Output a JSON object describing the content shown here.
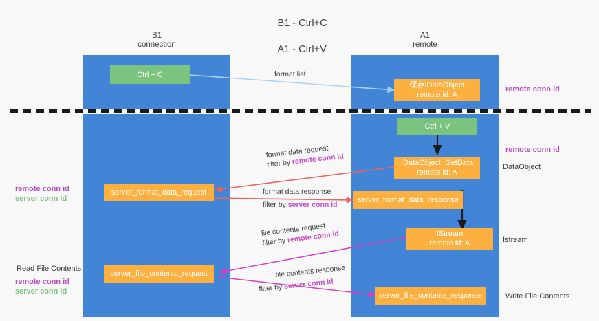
{
  "title": {
    "line1": "B1 - Ctrl+C",
    "line2": "A1 - Ctrl+V"
  },
  "columns": [
    {
      "name": "b1",
      "line1": "B1",
      "line2": "connection"
    },
    {
      "name": "a1",
      "line1": "A1",
      "line2": "remote"
    }
  ],
  "colors": {
    "lane": "#4285d6",
    "green_node": "#7ac47f",
    "orange_node": "#fbb040",
    "remote_key": "#b84ac4",
    "server_key": "#7ac47f",
    "arrow_blue": "#aed4f0",
    "arrow_black": "#1a1a1a",
    "arrow_red": "#e8655c",
    "arrow_magenta": "#d53fc0",
    "background": "#f8f8f8"
  },
  "nodes": [
    {
      "id": "ctrl-c",
      "lines": [
        "Ctrl + C"
      ],
      "style": "green"
    },
    {
      "id": "save-idataobject",
      "lines": [
        "保存IDataObject",
        "remote id: A"
      ],
      "style": "orange"
    },
    {
      "id": "ctrl-v",
      "lines": [
        "Ctrl + V"
      ],
      "style": "green"
    },
    {
      "id": "idataobject-getdata",
      "lines": [
        "IDataObject::GetData",
        "remote id: A"
      ],
      "style": "orange"
    },
    {
      "id": "server-format-data-request",
      "lines": [
        "server_format_data_request"
      ],
      "style": "orange"
    },
    {
      "id": "server-format-data-response",
      "lines": [
        "server_format_data_response"
      ],
      "style": "orange"
    },
    {
      "id": "istream",
      "lines": [
        "IStream",
        "remote id: A"
      ],
      "style": "orange"
    },
    {
      "id": "server-file-contents-request",
      "lines": [
        "server_file_contents_request"
      ],
      "style": "orange"
    },
    {
      "id": "server-file-contents-response",
      "lines": [
        "server_file_contents_response"
      ],
      "style": "orange"
    }
  ],
  "edge_labels": [
    {
      "id": "format-list",
      "line1": "format list",
      "line2": "",
      "line2_key": ""
    },
    {
      "id": "format-data-request",
      "line1": "format data request",
      "line2": "filter by ",
      "line2_key": "remote conn id"
    },
    {
      "id": "format-data-response",
      "line1": "format data response",
      "line2": "filter by ",
      "line2_key": "server conn id"
    },
    {
      "id": "file-contents-request",
      "line1": "file contents request",
      "line2": "filter by ",
      "line2_key": "remote conn id"
    },
    {
      "id": "file-contents-response",
      "line1": "file contents response",
      "line2": "filter by ",
      "line2_key": "server conn id"
    }
  ],
  "right_labels": [
    {
      "id": "remote-conn-id-top",
      "text": "remote conn id"
    },
    {
      "id": "remote-conn-id-mid",
      "text": "remote conn id"
    },
    {
      "id": "dataobject",
      "text": "DataObject"
    },
    {
      "id": "istream",
      "text": "Istream"
    },
    {
      "id": "write-file-contents",
      "text": "Write File Contents"
    }
  ],
  "left_labels": [
    {
      "id": "remote-conn-id-mid",
      "text": "remote conn id"
    },
    {
      "id": "server-conn-id-mid",
      "text": "server conn id"
    },
    {
      "id": "read-file-contents",
      "text": "Read File Contents"
    },
    {
      "id": "remote-conn-id-bot",
      "text": "remote conn id"
    },
    {
      "id": "server-conn-id-bot",
      "text": "server conn id"
    }
  ]
}
